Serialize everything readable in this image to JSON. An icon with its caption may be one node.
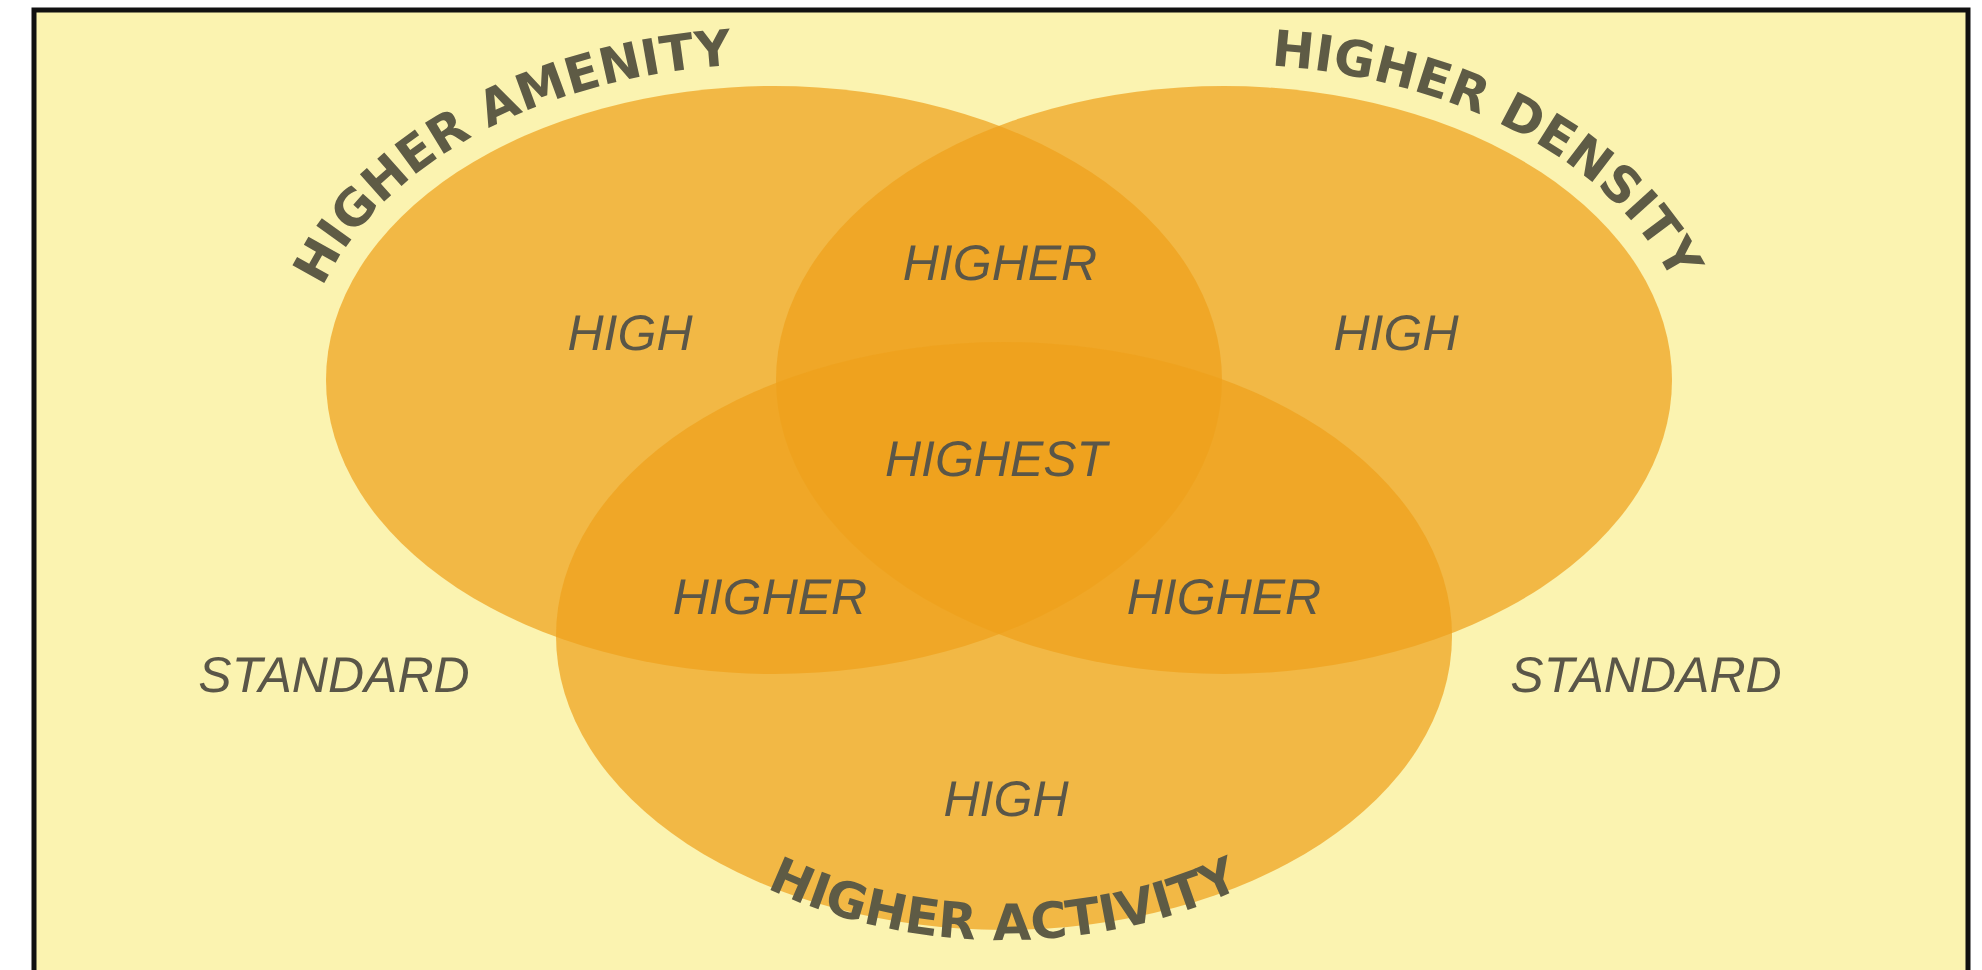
{
  "diagram": {
    "nodes": [
      {
        "text": [
          "HIGHER AMENITY"
        ]
      },
      {
        "text": [
          "HIGHER DENSITY"
        ]
      },
      {
        "text": [
          "HIGHER ACTIVITY"
        ]
      }
    ],
    "edges": [],
    "labels": [
      "HIGHER",
      "HIGH",
      "HIGH",
      "HIGHEST",
      "HIGHER",
      "HIGHER",
      "STANDARD",
      "STANDARD",
      "HIGH"
    ]
  }
}
